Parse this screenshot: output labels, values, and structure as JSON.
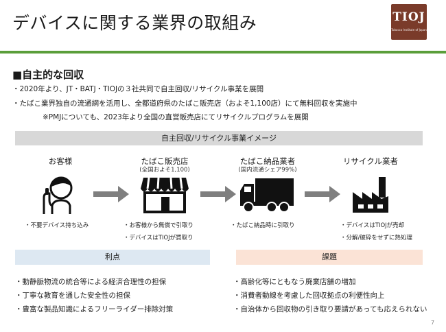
{
  "slide": {
    "title": "デバイスに関する業界の取組み",
    "logo": {
      "mark": "TIOJ",
      "sub": "Tobacco Institute of Japan"
    },
    "page_number": "7"
  },
  "section": {
    "heading": "■自主的な回収",
    "bullets": [
      "・2020年より、JT・BATJ・TIOJの３社共同で自主回収/リサイクル事業を展開",
      "・たばこ業界独自の流通網を活用し、全都道府県のたばこ販売店（およそ1,100店）にて無料回収を実施中",
      "※PMJについても、2023年より全国の直営販売店にてリサイクルプログラムを展開"
    ]
  },
  "image_band": {
    "label": "自主回収/リサイクル事業イメージ"
  },
  "flow": [
    {
      "title": "お客様",
      "subtitle": "",
      "icon": "customer-icon",
      "notes": [
        "・不要デバイス持ち込み"
      ]
    },
    {
      "title": "たばこ販売店",
      "subtitle": "(全国およそ1,100)",
      "icon": "shop-icon",
      "notes": [
        "・お客様から無償で引取り",
        "・デバイスはTIOJが買取り"
      ]
    },
    {
      "title": "たばこ納品業者",
      "subtitle": "(国内流通シェア99%)",
      "icon": "truck-icon",
      "notes": [
        "・たばこ納品時に引取り"
      ]
    },
    {
      "title": "リサイクル業者",
      "subtitle": "",
      "icon": "factory-icon",
      "notes": [
        "・デバイスはTIOJが売却",
        "・分解/破砕をせずに熱処理"
      ]
    }
  ],
  "merits": {
    "label": "利点",
    "items": [
      "・動静脈物流の統合等による経済合理性の担保",
      "・丁寧な教育を通した安全性の担保",
      "・豊富な製品知識によるフリーライダー排除対策"
    ]
  },
  "issues": {
    "label": "課題",
    "items": [
      "・高齢化等にともなう廃業店舗の増加",
      "・消費者動線を考慮した回収拠点の利便性向上",
      "・自治体から回収物の引き取り要請があっても応えられない"
    ]
  },
  "colors": {
    "accent_bar": "#5a9e3a",
    "logo_bg": "#7a3b2a",
    "merit_bg": "#dde8f2",
    "issue_bg": "#fbe3d6",
    "band_bg": "#d8d8d8",
    "arrow": "#7f7f7f"
  }
}
